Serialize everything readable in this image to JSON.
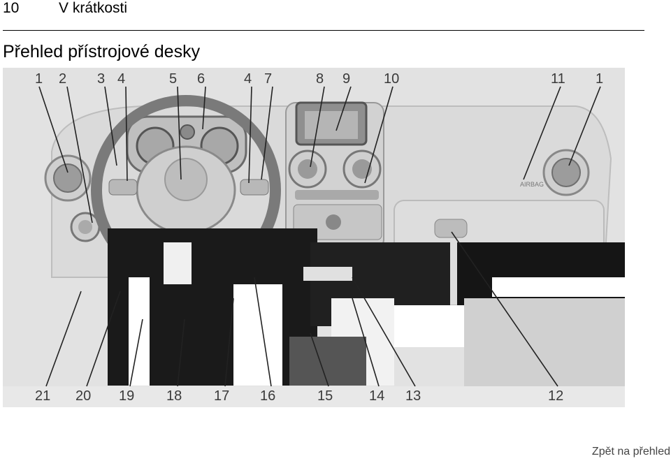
{
  "header": {
    "page_number": "10",
    "chapter": "V krátkosti"
  },
  "section_title": "Přehled přístrojové desky",
  "figure": {
    "top_callouts": [
      "1",
      "2",
      "3",
      "4",
      "5",
      "6",
      "4",
      "7",
      "8",
      "9",
      "10",
      "11",
      "1"
    ],
    "bottom_callouts": [
      "21",
      "20",
      "19",
      "18",
      "17",
      "16",
      "15",
      "14",
      "13",
      "12"
    ],
    "airbag_label": "AIRBAG"
  },
  "footer": {
    "back_link": "Zpět na přehled"
  }
}
